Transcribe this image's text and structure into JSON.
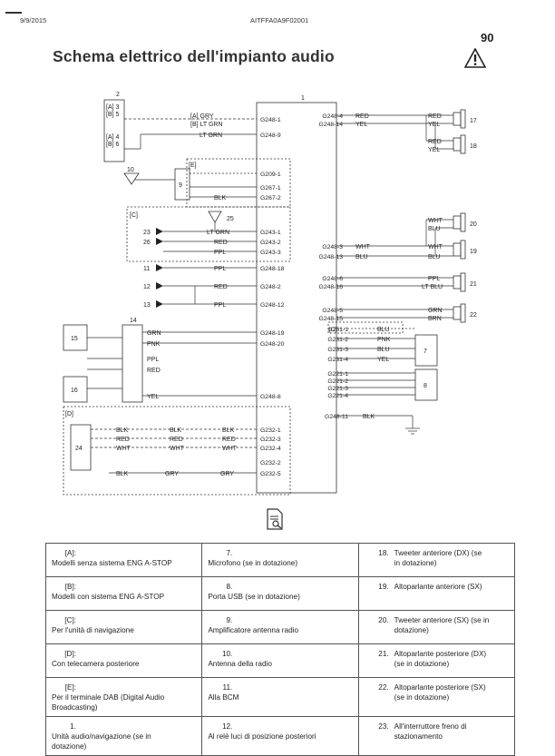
{
  "header": {
    "date": "9/9/2015",
    "doc_code": "AITFFA0A9F02001",
    "page_number": "90",
    "title": "Schema elettrico dell'impianto audio"
  },
  "icons": {
    "warning": "warning-triangle-icon",
    "document": "document-icon"
  },
  "diagram": {
    "components": {
      "c1": "1",
      "c2": "2",
      "c7": "7",
      "c8": "8",
      "c9": "9",
      "c10": "10",
      "c11": "11",
      "c12": "12",
      "c13": "13",
      "c14": "14",
      "c15": "15",
      "c16": "16",
      "c17": "17",
      "c18": "18",
      "c19": "19",
      "c20": "20",
      "c21": "21",
      "c22": "22",
      "c23": "23",
      "c24": "24",
      "c25": "25",
      "c26": "26"
    },
    "pins": {
      "a3": "[A] 3",
      "b5": "[B] 5",
      "a4": "[A] 4",
      "b6": "[B] 6",
      "a_gry": "[A] GRY",
      "b_ltgrn": "[B] LT GRN"
    },
    "box_labels": {
      "e": "[E]",
      "c": "[C]",
      "d": "[D]",
      "c_small": "[C]"
    },
    "connectors_left": {
      "g248_1": "G248-1",
      "g248_9": "G248-9",
      "g209_1": "G209-1",
      "g267_1": "G267-1",
      "g267_2": "G267-2",
      "g243_1": "G243-1",
      "g243_2": "G243-2",
      "g243_3": "G243-3",
      "g248_18": "G248-18",
      "g248_2": "G248-2",
      "g248_12": "G248-12",
      "g248_19": "G248-19",
      "g248_20": "G248-20",
      "g248_8": "G248-8",
      "g232_1": "G232-1",
      "g232_3": "G232-3",
      "g232_4": "G232-4",
      "g232_2": "G232-2",
      "g232_5": "G232-5"
    },
    "connectors_right": {
      "g248_4": "G248-4",
      "g248_14": "G248-14",
      "g248_3": "G248-3",
      "g248_13": "G248-13",
      "g248_6": "G248-6",
      "g248_16": "G248-16",
      "g248_5": "G248-5",
      "g248_15": "G248-15",
      "g231_1": "G231-1",
      "g231_2": "G231-2",
      "g231_3": "G231-3",
      "g231_4": "G231-4",
      "g221_1": "G221-1",
      "g221_2": "G221-2",
      "g221_3": "G221-3",
      "g221_4": "G221-4",
      "g248_11": "G248-11"
    },
    "wires": {
      "ltgrn": "LT GRN",
      "blk": "BLK",
      "red": "RED",
      "ppl": "PPL",
      "grn": "GRN",
      "pnk": "PNK",
      "yel": "YEL",
      "wht": "WHT",
      "gry": "GRY",
      "blu": "BLU",
      "ltblu": "LT BLU",
      "brn": "BRN"
    }
  },
  "legend": {
    "rows": [
      [
        {
          "key": "[A]:",
          "text": "Modelli senza sistema ENG A-STOP"
        },
        {
          "key": "7.",
          "text": "Microfono (se in dotazione)"
        },
        {
          "key": "18.",
          "text": "Tweeter anteriore (DX) (se in dotazione)"
        }
      ],
      [
        {
          "key": "[B]:",
          "text": "Modelli con sistema ENG A-STOP"
        },
        {
          "key": "8.",
          "text": "Porta USB (se in dotazione)"
        },
        {
          "key": "19.",
          "text": "Altoparlante anteriore (SX)"
        }
      ],
      [
        {
          "key": "[C]:",
          "text": "Per l'unità di navigazione"
        },
        {
          "key": "9.",
          "text": "Amplificatore antenna radio"
        },
        {
          "key": "20.",
          "text": "Tweeter anteriore (SX) (se in dotazione)"
        }
      ],
      [
        {
          "key": "[D]:",
          "text": "Con telecamera posteriore"
        },
        {
          "key": "10.",
          "text": "Antenna della radio"
        },
        {
          "key": "21.",
          "text": "Altoparlante posteriore (DX) (se in dotazione)"
        }
      ],
      [
        {
          "key": "[E]:",
          "text": "Per il terminale DAB (Digital Audio Broadcasting)"
        },
        {
          "key": "11.",
          "text": "Alla BCM"
        },
        {
          "key": "22.",
          "text": "Altoparlante posteriore (SX) (se in dotazione)"
        }
      ],
      [
        {
          "key": "1.",
          "text": "Unità audio/navigazione (se in dotazione)"
        },
        {
          "key": "12.",
          "text": "Al relè luci di posizione posteriori"
        },
        {
          "key": "23.",
          "text": "All'interruttore freno di stazionamento"
        }
      ]
    ]
  }
}
